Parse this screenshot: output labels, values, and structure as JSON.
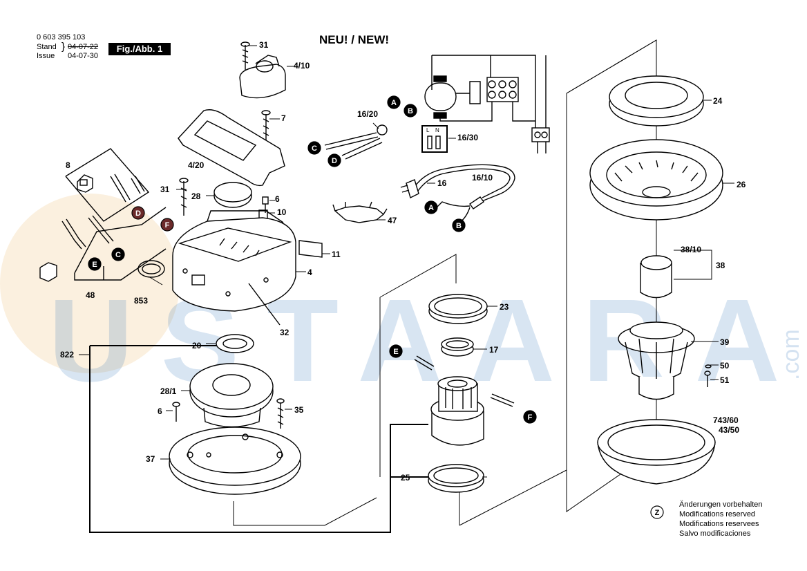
{
  "header": {
    "part_number": "0 603 395 103",
    "stand_label": "Stand",
    "issue_label": "Issue",
    "stand_date": "04-07-22",
    "issue_date": "04-07-30",
    "fig_label": "Fig./Abb. 1",
    "title": "NEU! / NEW!"
  },
  "watermark": {
    "text": "USTAARA",
    "suffix": ".com",
    "color": "#286eb9"
  },
  "callouts": {
    "c31a": "31",
    "c410": "4/10",
    "c7": "7",
    "c420": "4/20",
    "c1620": "16/20",
    "c1630": "16/30",
    "c16": "16",
    "c1610": "16/10",
    "c8": "8",
    "c31b": "31",
    "c28": "28",
    "c6a": "6",
    "c10": "10",
    "c47": "47",
    "c11": "11",
    "c4": "4",
    "c853": "853",
    "c32": "32",
    "c48": "48",
    "c822": "822",
    "c20": "20",
    "c281": "28/1",
    "c6b": "6",
    "c35": "35",
    "c37": "37",
    "c25": "25",
    "c23": "23",
    "c17": "17",
    "c24": "24",
    "c26": "26",
    "c3810": "38/10",
    "c38": "38",
    "c39": "39",
    "c50": "50",
    "c51": "51",
    "c74360": "743/60",
    "c4350": "43/50"
  },
  "markers": {
    "A": "A",
    "B": "B",
    "C": "C",
    "D": "D",
    "E": "E",
    "F": "F",
    "Z": "Z"
  },
  "switch_labels": {
    "L": "L",
    "N": "N"
  },
  "notes": [
    "Änderungen vorbehalten",
    "Modifications reserved",
    "Modifications reservees",
    "Salvo modificaciones"
  ]
}
